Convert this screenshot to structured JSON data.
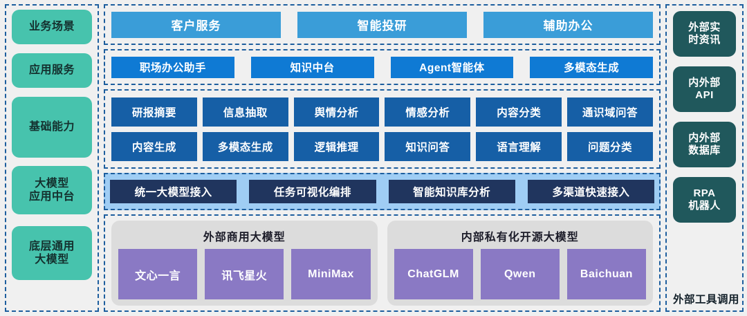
{
  "layers": {
    "items": [
      {
        "label": "业务场景",
        "name": "layer-business-scenario"
      },
      {
        "label": "应用服务",
        "name": "layer-application-service"
      },
      {
        "label": "基础能力",
        "name": "layer-basic-capability"
      },
      {
        "label": "大模型\n应用中台",
        "name": "layer-llm-application-platform"
      },
      {
        "label": "底层通用\n大模型",
        "name": "layer-foundation-llm"
      }
    ],
    "color": "#47c3ad"
  },
  "scenarios": {
    "items": [
      "客户服务",
      "智能投研",
      "辅助办公"
    ],
    "color": "#3a9dd8"
  },
  "app_services": {
    "items": [
      "职场办公助手",
      "知识中台",
      "Agent智能体",
      "多模态生成"
    ],
    "color": "#0f7ad4"
  },
  "capabilities": {
    "row1": [
      "研报摘要",
      "信息抽取",
      "舆情分析",
      "情感分析",
      "内容分类",
      "通识域问答"
    ],
    "row2": [
      "内容生成",
      "多模态生成",
      "逻辑推理",
      "知识问答",
      "语言理解",
      "问题分类"
    ],
    "color": "#165fa6"
  },
  "platform": {
    "items": [
      "统一大模型接入",
      "任务可视化编排",
      "智能知识库分析",
      "多渠道快速接入"
    ],
    "color": "#20355e",
    "band_color": "#9fcdf4"
  },
  "models": {
    "panels": [
      {
        "title": "外部商用大模型",
        "items": [
          "文心一言",
          "讯飞星火",
          "MiniMax"
        ]
      },
      {
        "title": "内部私有化开源大模型",
        "items": [
          "ChatGLM",
          "Qwen",
          "Baichuan"
        ]
      }
    ],
    "panel_color": "#dcdcdc",
    "chip_color": "#8a79c4"
  },
  "tools": {
    "items": [
      {
        "label": "外部实\n时资讯",
        "name": "tool-external-realtime-news"
      },
      {
        "label": "内外部\nAPI",
        "name": "tool-internal-external-api"
      },
      {
        "label": "内外部\n数据库",
        "name": "tool-internal-external-database"
      },
      {
        "label": "RPA\n机器人",
        "name": "tool-rpa-robot"
      }
    ],
    "caption": "外部工具调用",
    "color": "#20585c"
  },
  "theme": {
    "background": "#f0f0f0",
    "dashed_border": "#1d5e9e"
  }
}
